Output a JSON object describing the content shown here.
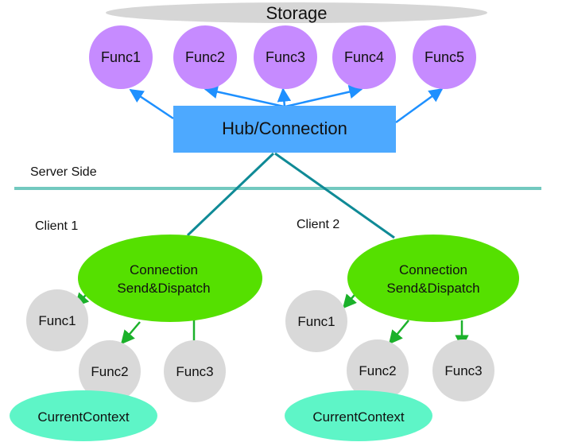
{
  "storage": {
    "label": "Storage"
  },
  "hub": {
    "label": "Hub/Connection"
  },
  "server_side_label": "Server Side",
  "server_functions": [
    "Func1",
    "Func2",
    "Func3",
    "Func4",
    "Func5"
  ],
  "clients": [
    {
      "label": "Client 1",
      "connection": {
        "line1": "Connection",
        "line2": "Send&Dispatch"
      },
      "functions": [
        "Func1",
        "Func2",
        "Func3"
      ],
      "context": "CurrentContext"
    },
    {
      "label": "Client 2",
      "connection": {
        "line1": "Connection",
        "line2": "Send&Dispatch"
      },
      "functions": [
        "Func1",
        "Func2",
        "Func3"
      ],
      "context": "CurrentContext"
    }
  ],
  "colors": {
    "storage": "#d6d6d6",
    "server_func": "#c68bff",
    "hub": "#4da9ff",
    "hub_arrow": "#1e90ff",
    "separator": "#72c9bf",
    "link": "#0f8a96",
    "connection": "#55e000",
    "client_func": "#d9d9d9",
    "client_arrow": "#1bb12a",
    "context": "#5ef5c7"
  }
}
